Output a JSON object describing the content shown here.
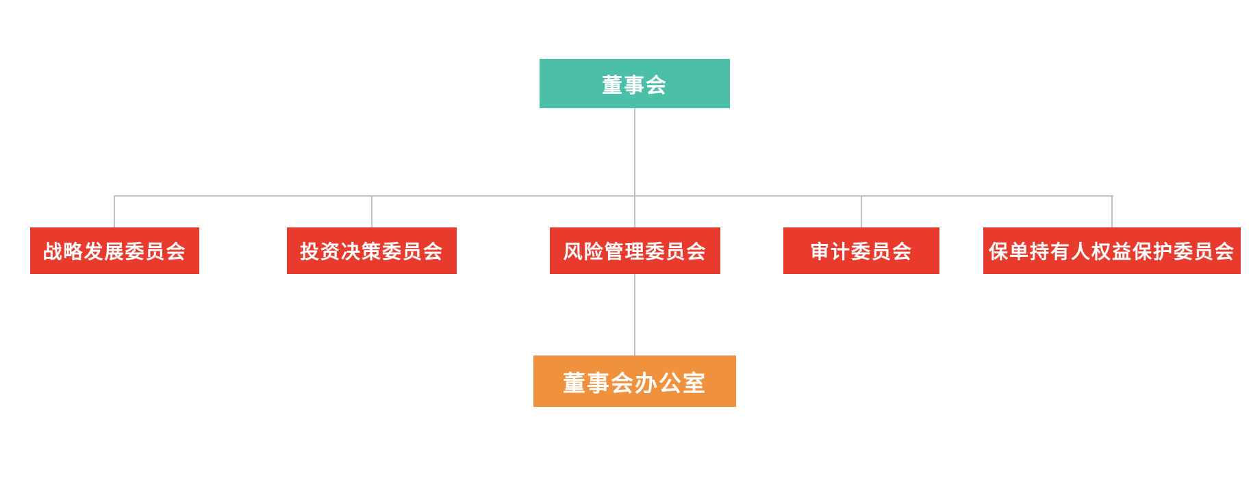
{
  "org_chart": {
    "type": "org-chart",
    "background": "#ffffff",
    "connector_color": "#c1c1c1",
    "text_color": "#ffffff",
    "root": {
      "label": "董事会",
      "color": "#4cbfa8"
    },
    "committees": [
      {
        "label": "战略发展委员会"
      },
      {
        "label": "投资决策委员会"
      },
      {
        "label": "风险管理委员会"
      },
      {
        "label": "审计委员会"
      },
      {
        "label": "保单持有人权益保护委员会"
      }
    ],
    "committee_color": "#e83b2e",
    "office": {
      "label": "董事会办公室",
      "color": "#f0923d",
      "parent_label": "风险管理委员会"
    },
    "edges": [
      [
        "董事会",
        "战略发展委员会"
      ],
      [
        "董事会",
        "投资决策委员会"
      ],
      [
        "董事会",
        "风险管理委员会"
      ],
      [
        "董事会",
        "审计委员会"
      ],
      [
        "董事会",
        "保单持有人权益保护委员会"
      ],
      [
        "风险管理委员会",
        "董事会办公室"
      ]
    ]
  }
}
